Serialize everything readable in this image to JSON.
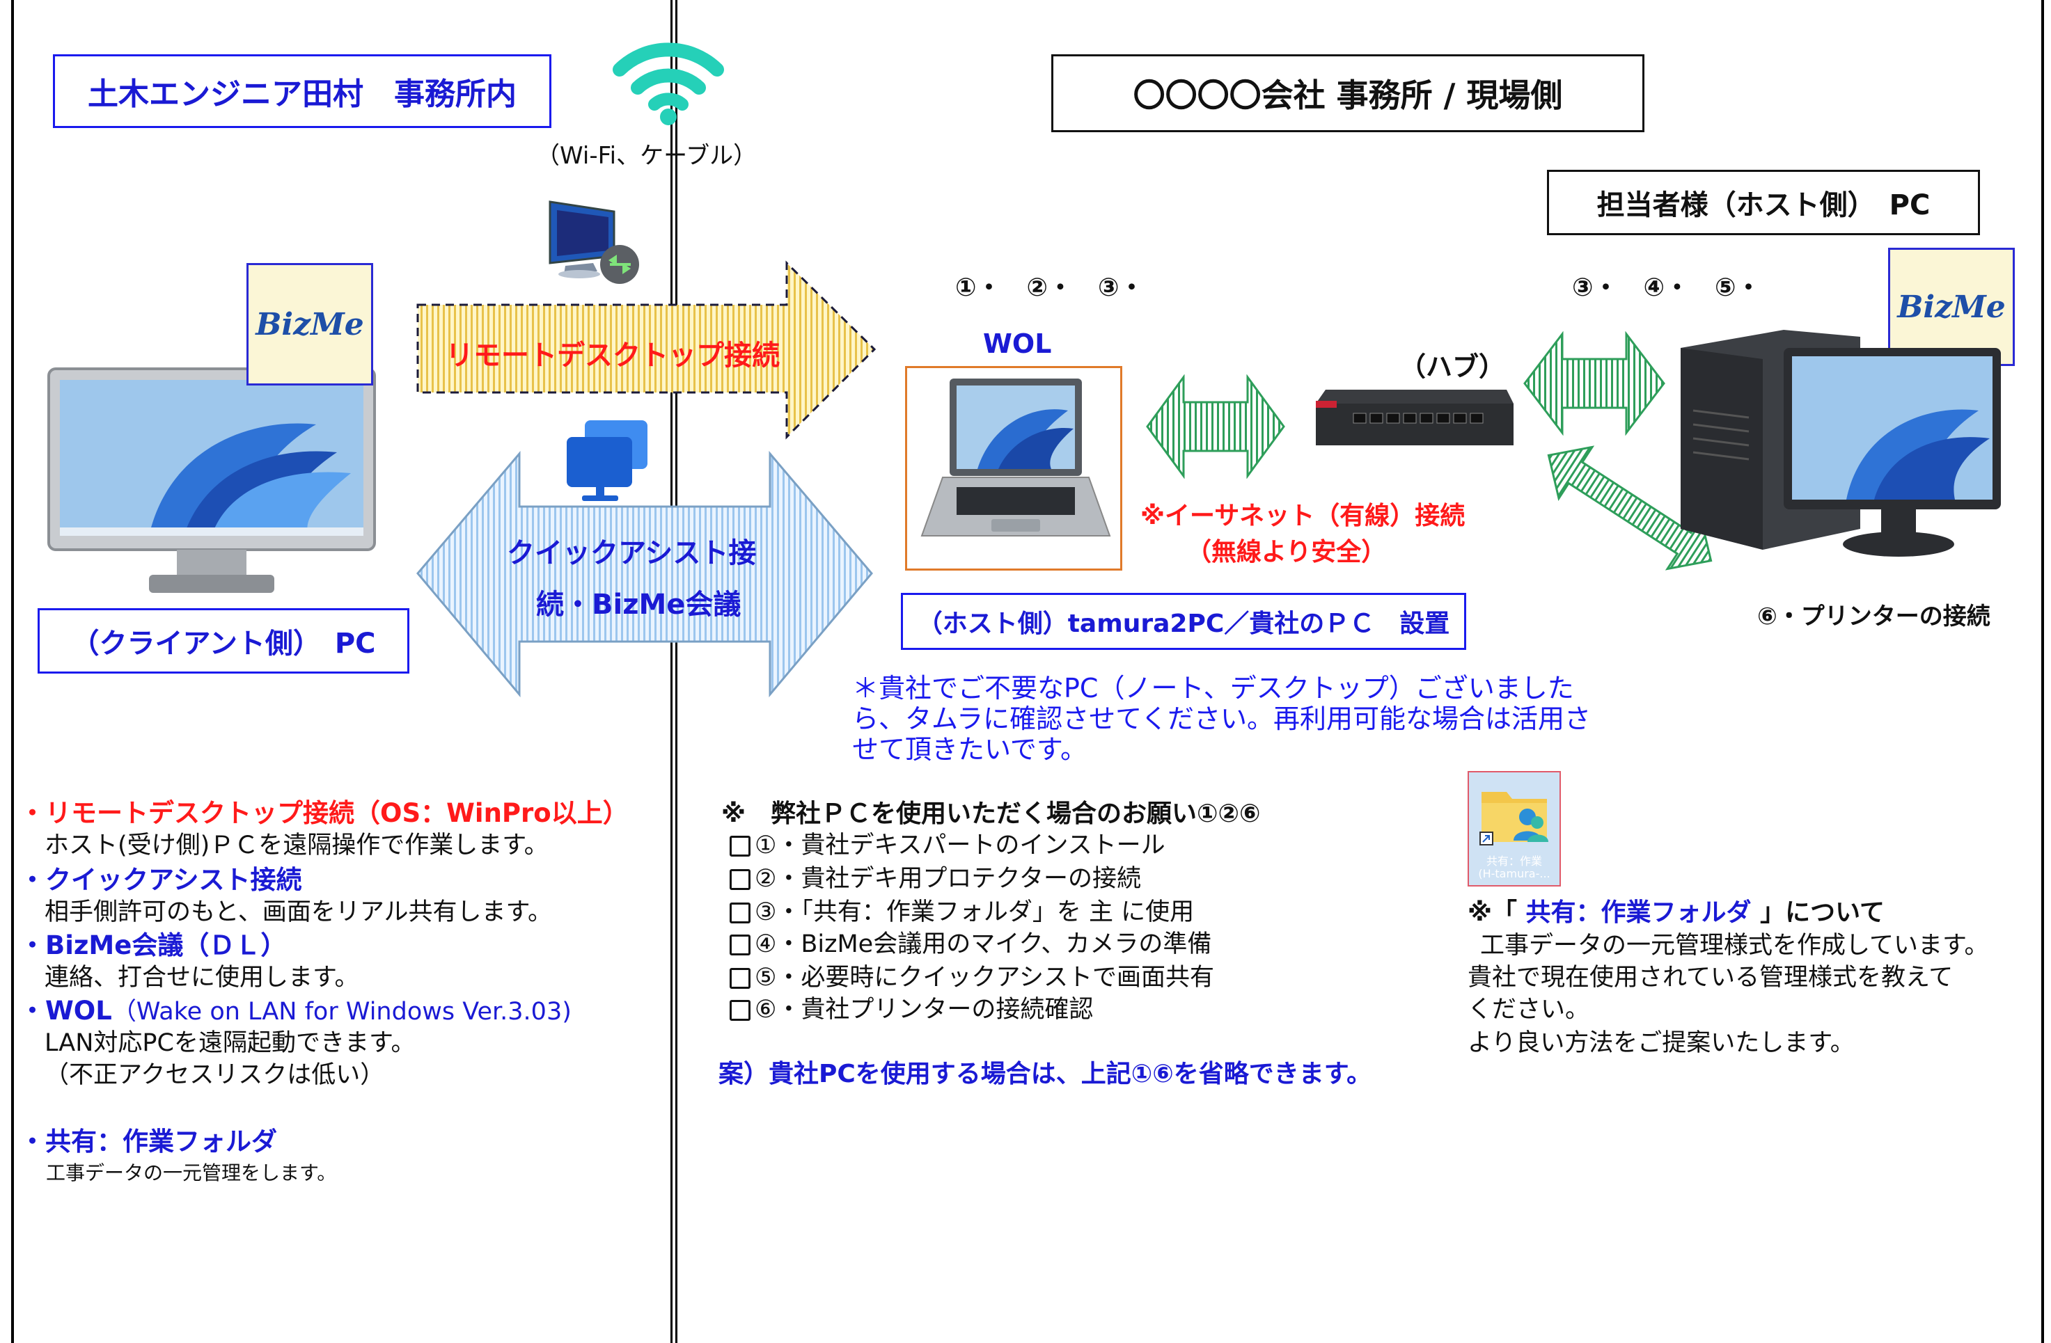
{
  "left_box_title": "土木エンジニア田村　事務所内",
  "right_box_title": "〇〇〇〇会社  事務所  /  現場側",
  "network_caption": "（Wi-Fi、ケーブル）",
  "host_pc_box": "担当者様（ホスト側）　PC",
  "client_pc_box": "（クライアント側）　PC",
  "laptop_box": "（ホスト側）tamura2PC／貴社のＰＣ　設置",
  "arrow_remote": "リモートデスクトップ接続",
  "arrow_quickassist_line1": "クイックアシスト接",
  "arrow_quickassist_line2": "続・BizMe会議",
  "wol_label": "WOL",
  "hub_label": "（ハブ）",
  "laptop_steps": "①・　②・　③・",
  "host_steps": "③・　④・　⑤・",
  "printer_label": "⑥・プリンターの接続",
  "ethernet_line1": "※イーサネット（有線）接続",
  "ethernet_line2": "（無線より安全）",
  "bizme_logo": "BizMe",
  "note_blue": [
    "＊貴社でご不要なPC（ノート、デスクトップ）ございました",
    "ら、タムラに確認させてください。再利用可能な場合は活用さ",
    "せて頂きたいです。"
  ],
  "left_list": {
    "remote_title": "・リモートデスクトップ接続（OS：WinPro以上）",
    "remote_desc": "ホスト(受け側)ＰＣを遠隔操作で作業します。",
    "qa_title": "・クイックアシスト接続",
    "qa_desc": "相手側許可のもと、画面をリアル共有します。",
    "bizme_title": "・BizMe会議（ＤＬ）",
    "bizme_desc": "連絡、打合せに使用します。",
    "wol_title": "・WOL",
    "wol_sub": "（Wake on LAN for Windows Ver.3.03)",
    "wol_desc1": "LAN対応PCを遠隔起動できます。",
    "wol_desc2": "（不正アクセスリスクは低い）",
    "share_title": "・共有：作業フォルダ",
    "share_desc": "工事データの一元管理をします。"
  },
  "checklist": {
    "title": "※　弊社ＰＣを使用いただく場合のお願い①②⑥",
    "items": [
      "①・貴社デキスパートのインストール",
      "②・貴社デキ用プロテクターの接続",
      "③・「共有：作業フォルダ」を 主 に使用",
      "④・BizMe会議用のマイク、カメラの準備",
      "⑤・必要時にクイックアシストで画面共有",
      "⑥・貴社プリンターの接続確認"
    ],
    "proposal": "案）貴社PCを使用する場合は、上記①⑥を省略できます。"
  },
  "folder_icon_caption": [
    "共有：作業",
    "(H-tamura-..."
  ],
  "share_note": {
    "title_prefix": "※「 ",
    "title_blue": "共有：作業フォルダ",
    "title_suffix": " 」について",
    "lines": [
      "工事データの一元管理様式を作成しています。",
      "貴社で現在使用されている管理様式を教えて",
      "ください。",
      "より良い方法をご提案いたします。"
    ]
  },
  "colors": {
    "accent_blue": "#1a1aee",
    "accent_red": "#ff1a1a",
    "wifi_teal": "#25d0b8"
  }
}
